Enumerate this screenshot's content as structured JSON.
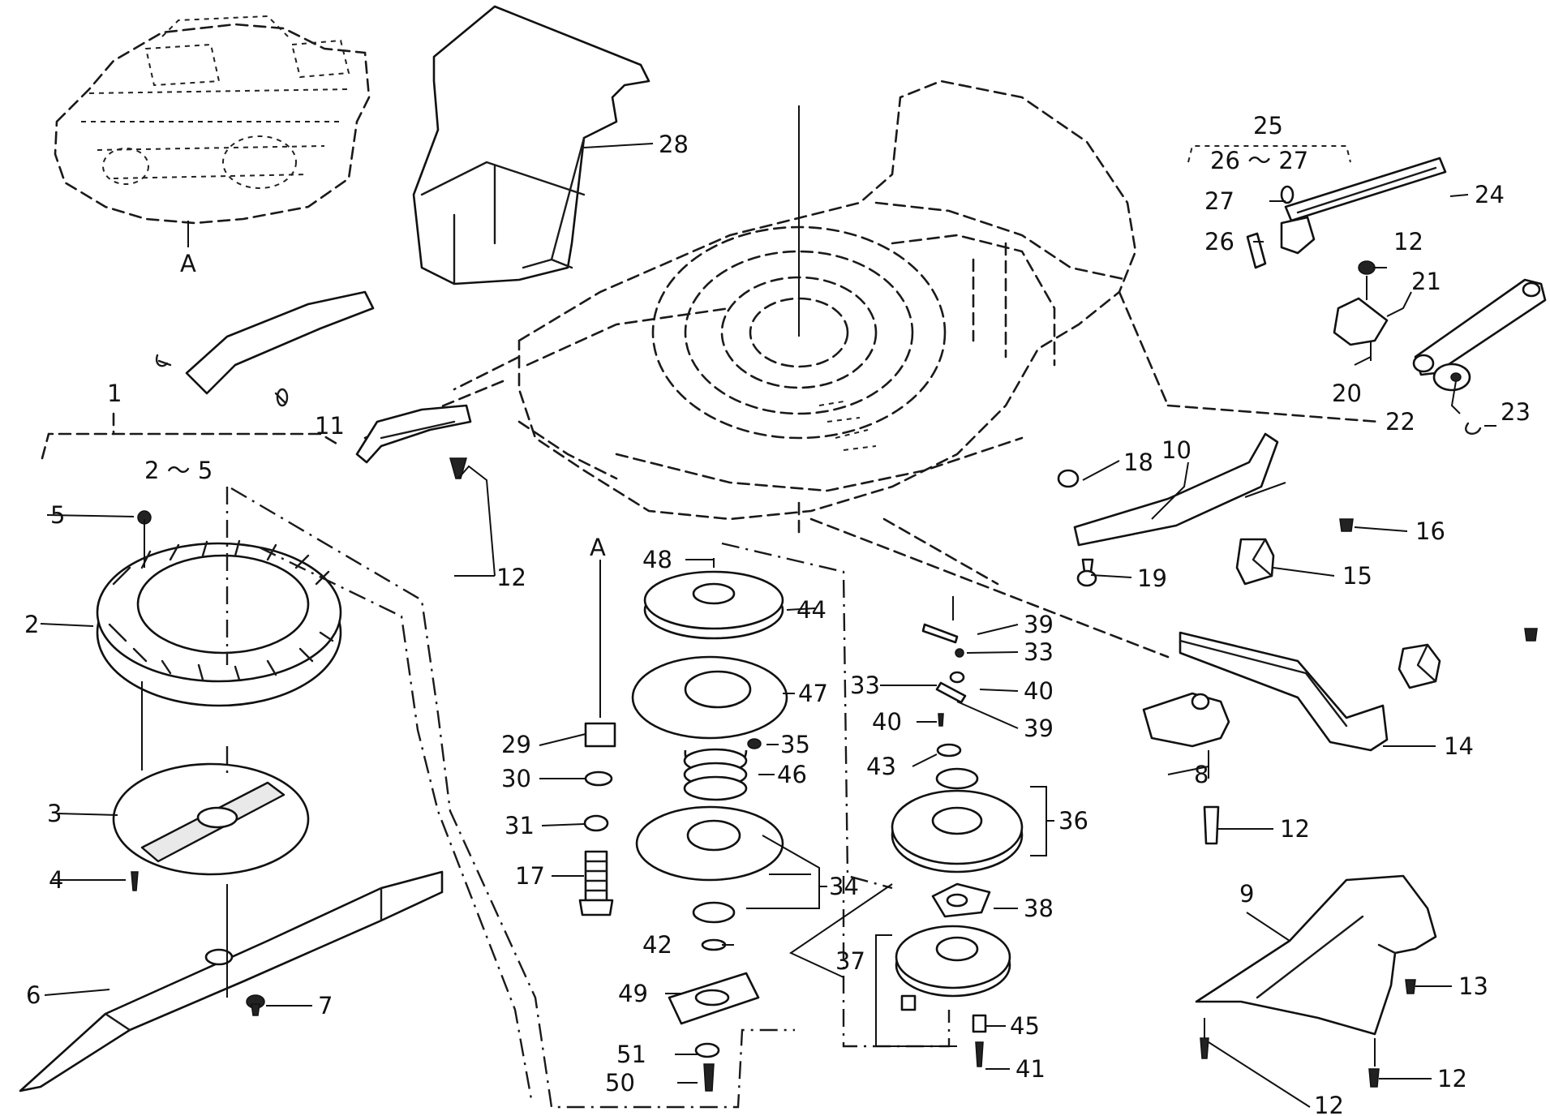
{
  "callouts": {
    "A_engine": "A",
    "A_ref": "A",
    "g1": "1",
    "g2_5": "2 ～ 5",
    "p2": "2",
    "p3": "3",
    "p4": "4",
    "p5": "5",
    "p6": "6",
    "p7": "7",
    "p8": "8",
    "p9": "9",
    "p10": "10",
    "p11": "11",
    "p12a": "12",
    "p12b": "12",
    "p12c": "12",
    "p12d": "12",
    "p12e": "12",
    "p13": "13",
    "p14": "14",
    "p15": "15",
    "p16": "16",
    "p17": "17",
    "p18": "18",
    "p19": "19",
    "p20": "20",
    "p21": "21",
    "p22": "22",
    "p23": "23",
    "p24": "24",
    "g25": "25",
    "g26_27": "26 ～ 27",
    "p26": "26",
    "p27": "27",
    "p28": "28",
    "p29": "29",
    "p30": "30",
    "p31": "31",
    "p33a": "33",
    "p33b": "33",
    "p34": "34",
    "p35": "35",
    "p36": "36",
    "p37": "37",
    "p38": "38",
    "p39a": "39",
    "p39b": "39",
    "p40a": "40",
    "p40b": "40",
    "p41": "41",
    "p42": "42",
    "p43": "43",
    "p44": "44",
    "p45": "45",
    "p46": "46",
    "p47": "47",
    "p48": "48",
    "p49": "49",
    "p50": "50",
    "p51": "51"
  }
}
